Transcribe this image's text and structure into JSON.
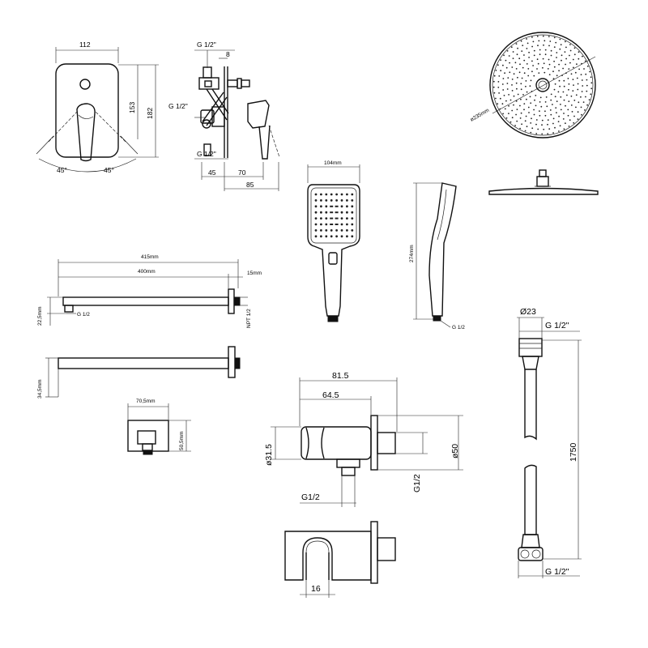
{
  "mixer": {
    "width": "112",
    "height_inner": "153",
    "height_outer": "182",
    "angle_left": "45°",
    "angle_right": "45°"
  },
  "mixer_side": {
    "thread_top": "G 1/2\"",
    "offset": "8",
    "thread_side": "G 1/2\"",
    "thread_bottom": "G 1/2\"",
    "depth_a": "45",
    "depth_b": "70",
    "depth_total": "85"
  },
  "rain_head": {
    "diameter": "ø235mm"
  },
  "hand_shower": {
    "width": "104mm",
    "length": "274mm",
    "thread": "G 1/2"
  },
  "arm": {
    "total": "415mm",
    "length": "400mm",
    "flange": "15mm",
    "thread": "G 1/2",
    "tube": "22,5mm",
    "npt": "NPT 1/2",
    "height": "34,5mm"
  },
  "wall_connector": {
    "width": "70,5mm",
    "height": "50,5mm"
  },
  "outlet": {
    "total": "81.5",
    "length": "64.5",
    "body_dia": "ø31.5",
    "flange_dia": "ø50",
    "thread_wall": "G1/2",
    "thread_out": "G1/2",
    "holder_width": "16"
  },
  "hose": {
    "diameter": "Ø23",
    "thread_top": "G 1/2\"",
    "length": "1750",
    "thread_bottom": "G 1/2\""
  }
}
